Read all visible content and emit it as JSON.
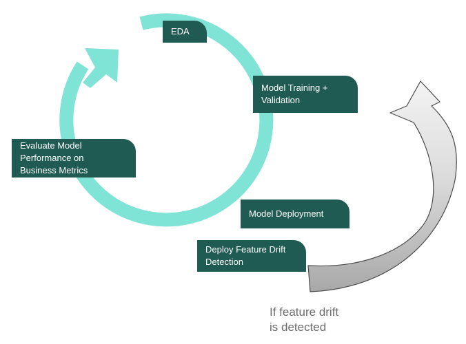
{
  "colors": {
    "cycle": "#7fe3d6",
    "box": "#1f5b52",
    "box_text": "#ffffff",
    "feedback_arrow_light": "#eeeeee",
    "feedback_arrow_dark": "#a8a8a8",
    "caption": "#6b6b6b"
  },
  "steps": {
    "eda": "EDA",
    "train": "Model Training +\nValidation",
    "eval": "Evaluate Model\nPerformance on\nBusiness Metrics",
    "deploy": "Model Deployment",
    "drift": "Deploy Feature Drift\nDetection"
  },
  "caption": "If feature drift\nis detected"
}
